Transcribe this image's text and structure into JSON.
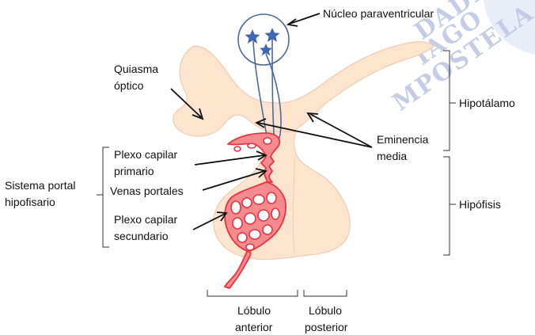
{
  "watermark": {
    "lines": [
      "DADE",
      "IAGO",
      "MPOSTELA"
    ],
    "color": "#c5cde6"
  },
  "labels": {
    "nucleo": "Núcleo paraventricular",
    "quiasma_1": "Quiasma",
    "quiasma_2": "óptico",
    "hipotalamo": "Hipotálamo",
    "eminencia_1": "Eminencia",
    "eminencia_2": "media",
    "plexo1_1": "Plexo capilar",
    "plexo1_2": "primario",
    "venas": "Venas portales",
    "plexo2_1": "Plexo capilar",
    "plexo2_2": "secundario",
    "sistema_1": "Sistema portal",
    "sistema_2": "hipofisario",
    "hipofisis": "Hipófisis",
    "lobulo_ant_1": "Lóbulo",
    "lobulo_ant_2": "anterior",
    "lobulo_post_1": "Lóbulo",
    "lobulo_post_2": "posterior"
  },
  "colors": {
    "tissue": "#fde4cf",
    "tissue_edge": "#f3cbb0",
    "vessel": "#e8343f",
    "vessel_fill": "#f58a8f",
    "neuron": "#4a6aa3",
    "star": "#3f66b2"
  }
}
